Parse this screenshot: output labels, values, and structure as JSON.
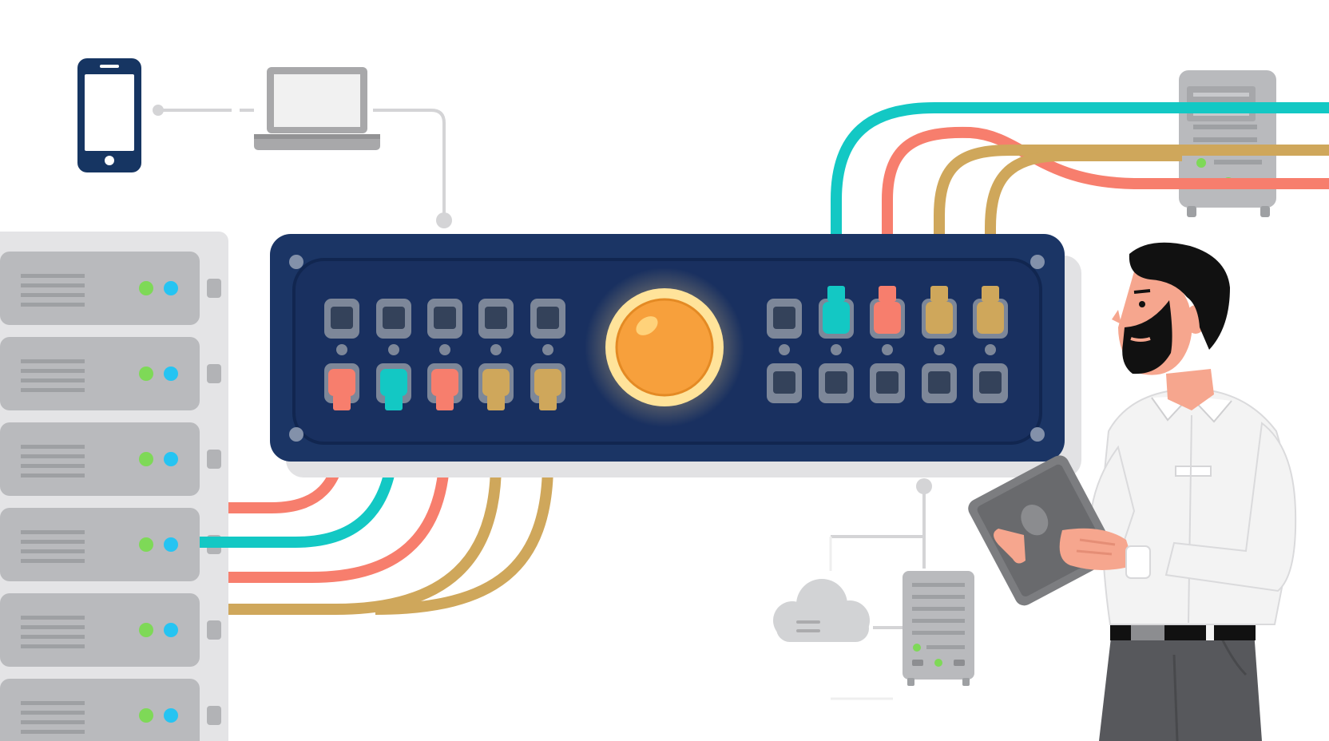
{
  "colors": {
    "background": "#ffffff",
    "switch_body": "#1b3565",
    "switch_inner": "#193060",
    "port_frame": "#7d8799",
    "port_socket": "#34425a",
    "cable_teal": "#13c8c4",
    "cable_salmon": "#f77e6d",
    "cable_gold": "#cfa75b",
    "server_gray": "#b9babd",
    "server_light": "#e4e4e6",
    "led_green": "#7ed957",
    "led_blue": "#25c4f2",
    "status_light": "#f7a03c",
    "status_glow": "#ffe39a",
    "phone_navy": "#163562",
    "shirt": "#f3f3f3",
    "pants": "#57585c",
    "skin": "#f6a68e",
    "hair": "#111111"
  },
  "icons": [
    "smartphone-icon",
    "laptop-icon",
    "server-rack-icon",
    "network-switch-icon",
    "cloud-icon",
    "server-tower-icon",
    "tablet-icon"
  ],
  "switch": {
    "status_light": "orange",
    "left_top_ports": 5,
    "left_bottom_ports_connected": 5,
    "right_top_ports": 5,
    "right_top_ports_connected": 4,
    "right_bottom_ports": 5
  }
}
